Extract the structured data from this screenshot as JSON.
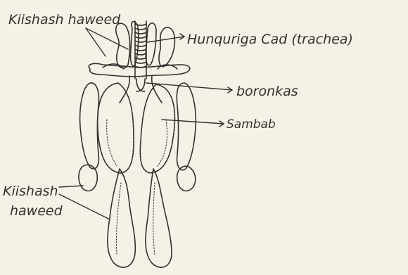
{
  "diagram": {
    "labels": {
      "air_sacs_top": "Kiishash haweed",
      "trachea": "Hunquriga Cad (trachea)",
      "bronchi": "boronkas",
      "lungs": "Sambab",
      "air_sacs_bottom_line1": "Kiishash",
      "air_sacs_bottom_line2": "haweed"
    },
    "colors": {
      "paper": "#f6f1e6",
      "ink": "#33312f"
    }
  }
}
